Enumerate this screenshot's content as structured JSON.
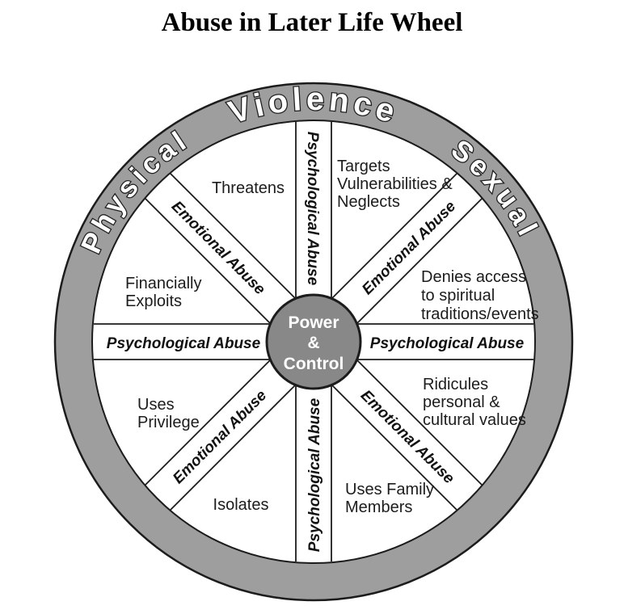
{
  "title": "Abuse in Later Life Wheel",
  "colors": {
    "ring_gray": "#9e9e9e",
    "hub_gray": "#888888",
    "outline": "#1c1c1c",
    "label_white": "#ffffff"
  },
  "ring_labels": {
    "top": "Violence",
    "upper_left": "Physical",
    "upper_right": "Sexual"
  },
  "hub": {
    "line1": "Power",
    "line2": "&",
    "line3": "Control"
  },
  "spokes": {
    "top": "Psychological Abuse",
    "bottom": "Psychological Abuse",
    "left": "Psychological Abuse",
    "right": "Psychological Abuse",
    "top_left": "Emotional Abuse",
    "top_right": "Emotional Abuse",
    "bottom_left": "Emotional Abuse",
    "bottom_right": "Emotional Abuse"
  },
  "sectors": {
    "top_left": "Threatens",
    "top_right": [
      "Targets",
      "Vulnerabilities &",
      "Neglects"
    ],
    "right_upper": [
      "Denies access",
      "to spiritual",
      "traditions/events"
    ],
    "right_lower": [
      "Ridicules",
      "personal &",
      "cultural values"
    ],
    "bottom_right": [
      "Uses Family",
      "Members"
    ],
    "bottom_left": "Isolates",
    "left_lower": [
      "Uses",
      "Privilege"
    ],
    "left_upper": [
      "Financially",
      "Exploits"
    ]
  }
}
